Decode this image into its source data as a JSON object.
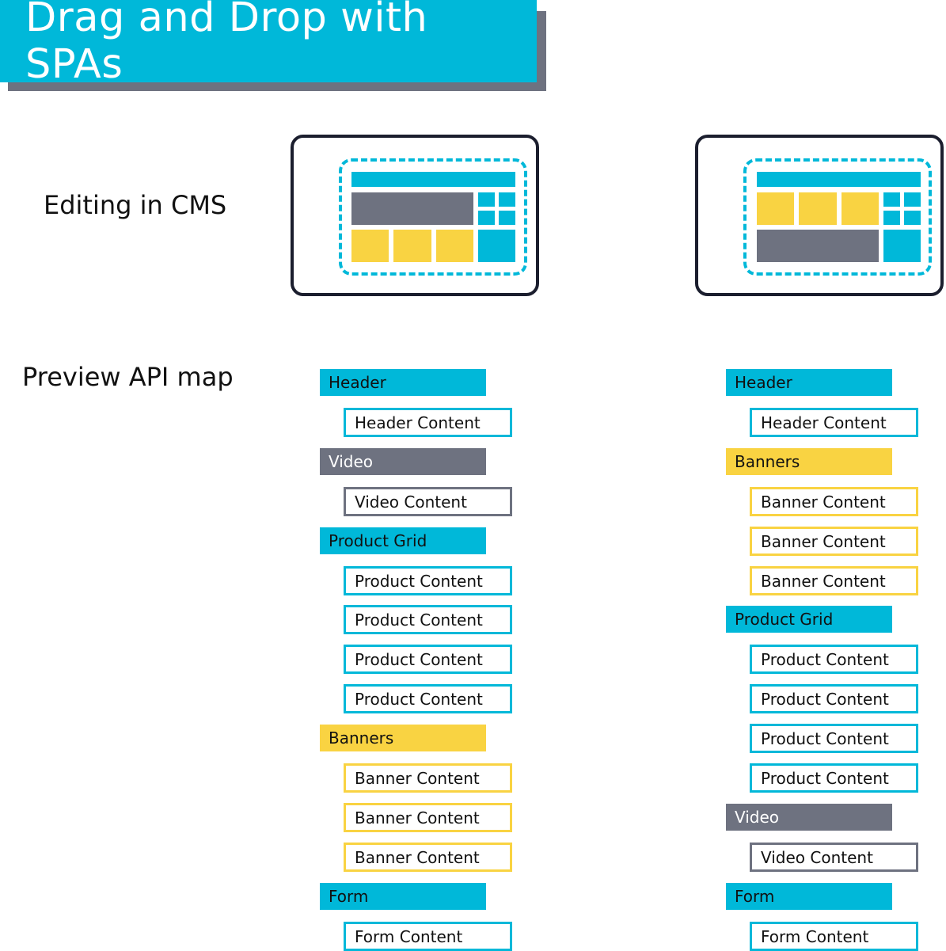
{
  "title": "Drag and Drop with SPAs",
  "labels": {
    "editing": "Editing in CMS",
    "preview": "Preview API map"
  },
  "colors": {
    "cyan": "#00b8d9",
    "gray": "#6e7280",
    "yellow": "#f9d342",
    "dark": "#1b1e2e"
  },
  "left_map": [
    {
      "kind": "section",
      "color": "cyan",
      "text": "Header"
    },
    {
      "kind": "content",
      "color": "cyan",
      "text": "Header Content"
    },
    {
      "kind": "section",
      "color": "gray",
      "text": "Video"
    },
    {
      "kind": "content",
      "color": "gray",
      "text": "Video Content"
    },
    {
      "kind": "section",
      "color": "cyan",
      "text": "Product Grid"
    },
    {
      "kind": "content",
      "color": "cyan",
      "text": "Product Content"
    },
    {
      "kind": "content",
      "color": "cyan",
      "text": "Product Content"
    },
    {
      "kind": "content",
      "color": "cyan",
      "text": "Product Content"
    },
    {
      "kind": "content",
      "color": "cyan",
      "text": "Product Content"
    },
    {
      "kind": "section",
      "color": "yellow",
      "text": "Banners"
    },
    {
      "kind": "content",
      "color": "yellow",
      "text": "Banner Content"
    },
    {
      "kind": "content",
      "color": "yellow",
      "text": "Banner Content"
    },
    {
      "kind": "content",
      "color": "yellow",
      "text": "Banner Content"
    },
    {
      "kind": "section",
      "color": "cyan",
      "text": "Form"
    },
    {
      "kind": "content",
      "color": "cyan",
      "text": "Form Content"
    }
  ],
  "right_map": [
    {
      "kind": "section",
      "color": "cyan",
      "text": "Header"
    },
    {
      "kind": "content",
      "color": "cyan",
      "text": "Header Content"
    },
    {
      "kind": "section",
      "color": "yellow",
      "text": "Banners"
    },
    {
      "kind": "content",
      "color": "yellow",
      "text": "Banner Content"
    },
    {
      "kind": "content",
      "color": "yellow",
      "text": "Banner Content"
    },
    {
      "kind": "content",
      "color": "yellow",
      "text": "Banner Content"
    },
    {
      "kind": "section",
      "color": "cyan",
      "text": "Product Grid"
    },
    {
      "kind": "content",
      "color": "cyan",
      "text": "Product Content"
    },
    {
      "kind": "content",
      "color": "cyan",
      "text": "Product Content"
    },
    {
      "kind": "content",
      "color": "cyan",
      "text": "Product Content"
    },
    {
      "kind": "content",
      "color": "cyan",
      "text": "Product Content"
    },
    {
      "kind": "section",
      "color": "gray",
      "text": "Video"
    },
    {
      "kind": "content",
      "color": "gray",
      "text": "Video Content"
    },
    {
      "kind": "section",
      "color": "cyan",
      "text": "Form"
    },
    {
      "kind": "content",
      "color": "cyan",
      "text": "Form Content"
    }
  ]
}
